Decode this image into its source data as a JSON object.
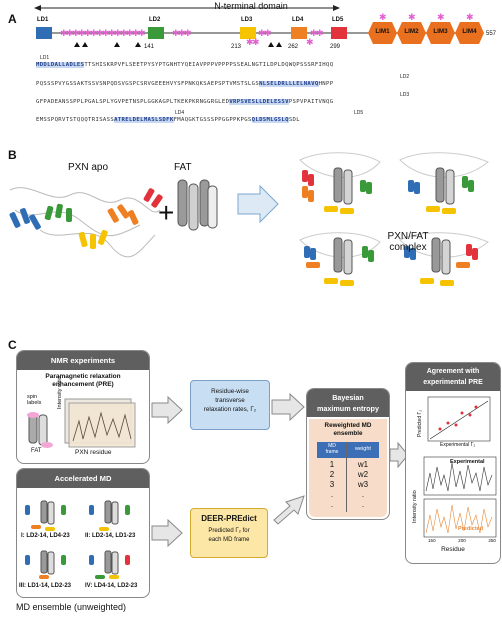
{
  "panels": {
    "a": "A",
    "b": "B",
    "c": "C"
  },
  "domain_bar": {
    "n_terminal_label": "N-terminal domain",
    "ld_labels": [
      "LD1",
      "LD2",
      "LD3",
      "LD4",
      "LD5"
    ],
    "residue_numbers": [
      "141",
      "213",
      "262",
      "299",
      "557"
    ],
    "lim_labels": [
      "LIM1",
      "LIM2",
      "LIM3",
      "LIM4"
    ],
    "colors": {
      "ld1": "#2f6db5",
      "ld2": "#3a9a3a",
      "ld3": "#f5c300",
      "ld4": "#ee7f22",
      "ld5": "#e2323c",
      "lim": "#e8701e",
      "star": "#e060d0"
    }
  },
  "sequence": {
    "line1": {
      "hl1": "MDDLDALLADLES",
      "rest": "TTSHISKRPVFLSEETPYSYPTGNHTYQEIAVPPPVPPPPSSEALNGTILDPLDQWQPSSSRFIHQQ"
    },
    "line2": {
      "pre": "PQSSSPVYGSSAKTSSVSNPQDSVGSPCSRVGEEEHVYSFPNKQKSAEPSPTVMSTSLGS",
      "hl": "NLSELDRLLLELNAVQ",
      "post": "HNPP"
    },
    "line3": {
      "pre": "GFPADEANSSPPLPGALSPLYGVPETNSPLGGKAGPLTKEKPKRNGGRGLED",
      "hl": "VRPSVESLLDELESSV",
      "post": "PSPVPAITVNQG"
    },
    "line4": {
      "pre": "EMSSPQRVTSTQQQTRISASS",
      "hl1": "ATRELDELMASLSDFK",
      "mid": "FMAQGKTGSSSPPGGPPKPGS",
      "hl2": "QLDSMLGSLQ",
      "post": "SDL"
    },
    "labels": [
      "LD1",
      "LD2",
      "LD3",
      "LD4",
      "LD5"
    ]
  },
  "panel_b": {
    "apo_label": "PXN apo",
    "fat_label": "FAT",
    "complex_label": "PXN/FAT\ncomplex",
    "complex_label_line1": "PXN/FAT",
    "complex_label_line2": "complex"
  },
  "panel_c": {
    "nmr": {
      "title": "NMR experiments",
      "subtitle": "Paramagnetic relaxation\nenhancement (PRE)",
      "subtitle_line1": "Paramagnetic relaxation",
      "subtitle_line2": "enhancement (PRE)",
      "spin_labels": "spin\nlabels",
      "spin_line1": "spin",
      "spin_line2": "labels",
      "intensity_ratio": "Intensity ratio",
      "fat": "FAT",
      "pxn_residue": "PXN residue"
    },
    "residue_box": {
      "line1": "Residue-wise",
      "line2": "transverse",
      "line3": "relaxation rates, Γ₂"
    },
    "bayesian": {
      "title": "Bayesian\nmaximum entropy",
      "title_line1": "Bayesian",
      "title_line2": "maximum entropy",
      "ensemble_line1": "Reweighted MD",
      "ensemble_line2": "ensemble",
      "col_frame": "MD frame",
      "col_frame_line1": "MD",
      "col_frame_line2": "frame",
      "col_weight": "weight",
      "frames": [
        "1",
        "2",
        "3",
        ".",
        ".",
        "."
      ],
      "weights": [
        "w1",
        "w2",
        "w3",
        ".",
        ".",
        "."
      ]
    },
    "agreement": {
      "title_line1": "Agreement with",
      "title_line2": "experimental PRE",
      "predicted_axis": "Predicted Γ₂",
      "experimental_axis": "Experimental Γ₂",
      "experimental_legend": "Experimental",
      "predicted_legend": "Predicted",
      "intensity_ratio": "Intensity ratio",
      "residue": "Residue",
      "ticks": [
        "150",
        "200",
        "250"
      ]
    },
    "accelerated": {
      "title": "Accelerated MD",
      "labels": [
        "I: LD2-14, LD4-23",
        "II: LD2-14, LD1-23",
        "III: LD1-14, LD2-23",
        "IV: LD4-14, LD2-23"
      ]
    },
    "deer": {
      "title": "DEER-PREdict",
      "line1": "Predicted Γ₂ for",
      "line2": "each MD frame"
    },
    "md_ensemble_label": "MD ensemble (unweighted)"
  }
}
